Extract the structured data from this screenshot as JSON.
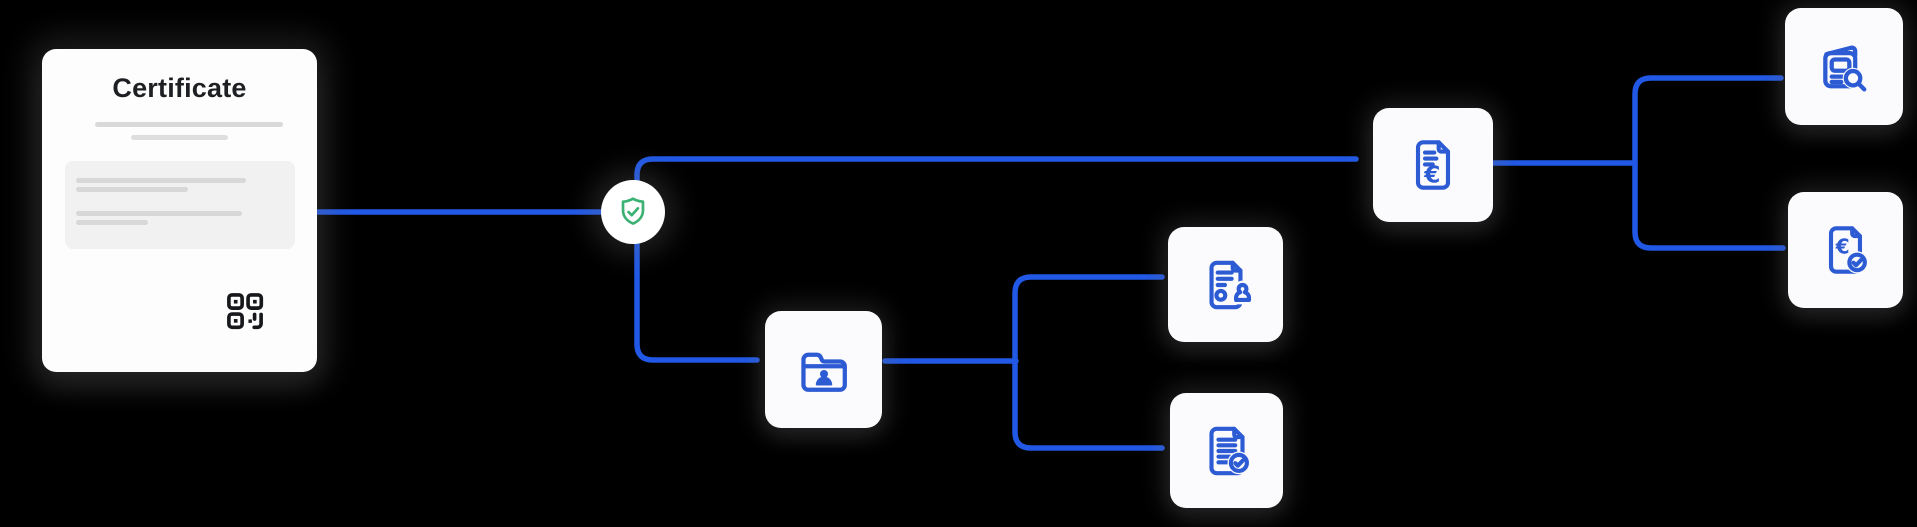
{
  "diagram": {
    "title_card": {
      "title": "Certificate",
      "qr_icon": "qr-code-icon"
    },
    "colors": {
      "connector": "#2159e6",
      "icon_blue": "#2d5bd3",
      "shield_green": "#3bb273",
      "node_background": "#fbfbfd",
      "page_background": "#000000"
    },
    "nodes": [
      {
        "id": "certificate",
        "icon": "certificate-card",
        "label": "Certificate"
      },
      {
        "id": "verification",
        "icon": "shield-check-icon"
      },
      {
        "id": "invoice",
        "icon": "invoice-euro-icon"
      },
      {
        "id": "archive-folder",
        "icon": "folder-user-icon"
      },
      {
        "id": "stamped-document",
        "icon": "document-stamp-icon"
      },
      {
        "id": "approved-document",
        "icon": "document-check-icon"
      },
      {
        "id": "invoice-review",
        "icon": "invoice-search-icon"
      },
      {
        "id": "invoice-approved",
        "icon": "invoice-euro-check-icon"
      }
    ],
    "edges": [
      {
        "from": "certificate",
        "to": "verification"
      },
      {
        "from": "verification",
        "to": "invoice"
      },
      {
        "from": "verification",
        "to": "archive-folder"
      },
      {
        "from": "archive-folder",
        "to": "stamped-document"
      },
      {
        "from": "archive-folder",
        "to": "approved-document"
      },
      {
        "from": "invoice",
        "to": "invoice-review"
      },
      {
        "from": "invoice",
        "to": "invoice-approved"
      }
    ]
  }
}
